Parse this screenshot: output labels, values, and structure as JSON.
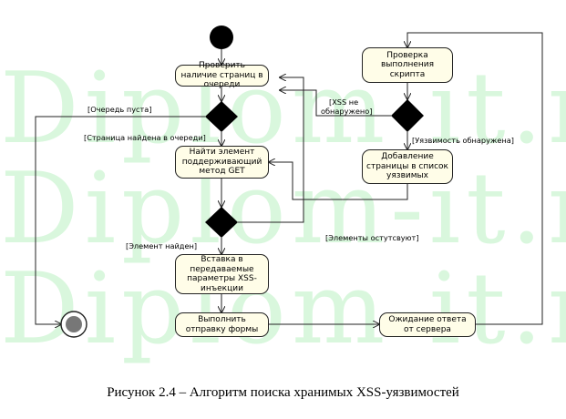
{
  "watermark": "Diplom-it.ru",
  "nodes": {
    "check_queue": "Проверить наличие страниц в очереди",
    "find_element": "Найти элемент поддерживающий метод GET",
    "insert_params": "Вставка в передаваемые параметры XSS-инъекции",
    "send_form": "Выполнить отправку формы",
    "wait_response": "Ожидание ответа от сервера",
    "check_script": "Проверка выполнения скрипта",
    "add_page": "Добавление страницы в список уязвимых"
  },
  "guards": {
    "queue_empty": "[Очередь пуста]",
    "page_found": "[Страница найдена в очереди]",
    "element_found": "[Элемент найден]",
    "elements_absent": "[Элементы остутсвуют]",
    "xss_line1": "[XSS не",
    "xss_line2": "обнаружено]",
    "vuln_found": "[Уязвимость обнаружена]"
  },
  "caption": "Рисунок 2.4 – Алгоритм поиска хранимых XSS-уязвимостей"
}
